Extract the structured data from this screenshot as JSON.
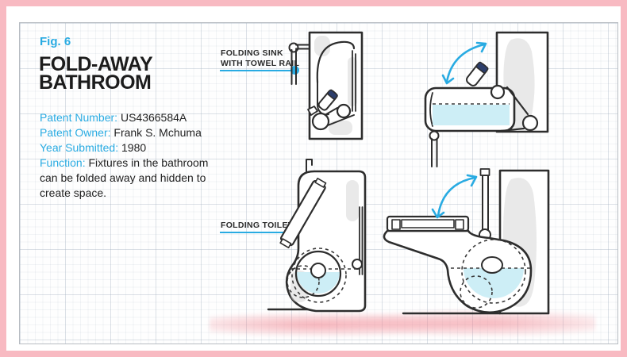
{
  "header": {
    "fig_label": "Fig. 6",
    "title_line1": "FOLD-AWAY",
    "title_line2": "BATHROOM"
  },
  "patent": {
    "fields": [
      {
        "label": "Patent Number:",
        "value": "US4366584A"
      },
      {
        "label": "Patent Owner:",
        "value": "Frank S. Mchuma"
      },
      {
        "label": "Year Submitted:",
        "value": "1980"
      },
      {
        "label": "Function:",
        "value": "Fixtures in the bathroom can be folded away and hidden to create space."
      }
    ]
  },
  "annotations": {
    "sink_line1": "FOLDING SINK",
    "sink_line2": "WITH TOWEL RAIL",
    "toilet": "FOLDING TOILET"
  },
  "drawings": [
    "folded-sink-cabinet",
    "unfolded-sink-with-water",
    "folded-toilet",
    "unfolded-toilet-with-water"
  ],
  "colors": {
    "accent_blue": "#29abe2",
    "border_pink": "#f8bac2",
    "ink": "#2d2d2d",
    "water_blue": "#cdeef6",
    "floor_pink": "#f29aa4",
    "faucet_navy": "#2c3e6b",
    "grid_line": "#c7d0d9"
  }
}
